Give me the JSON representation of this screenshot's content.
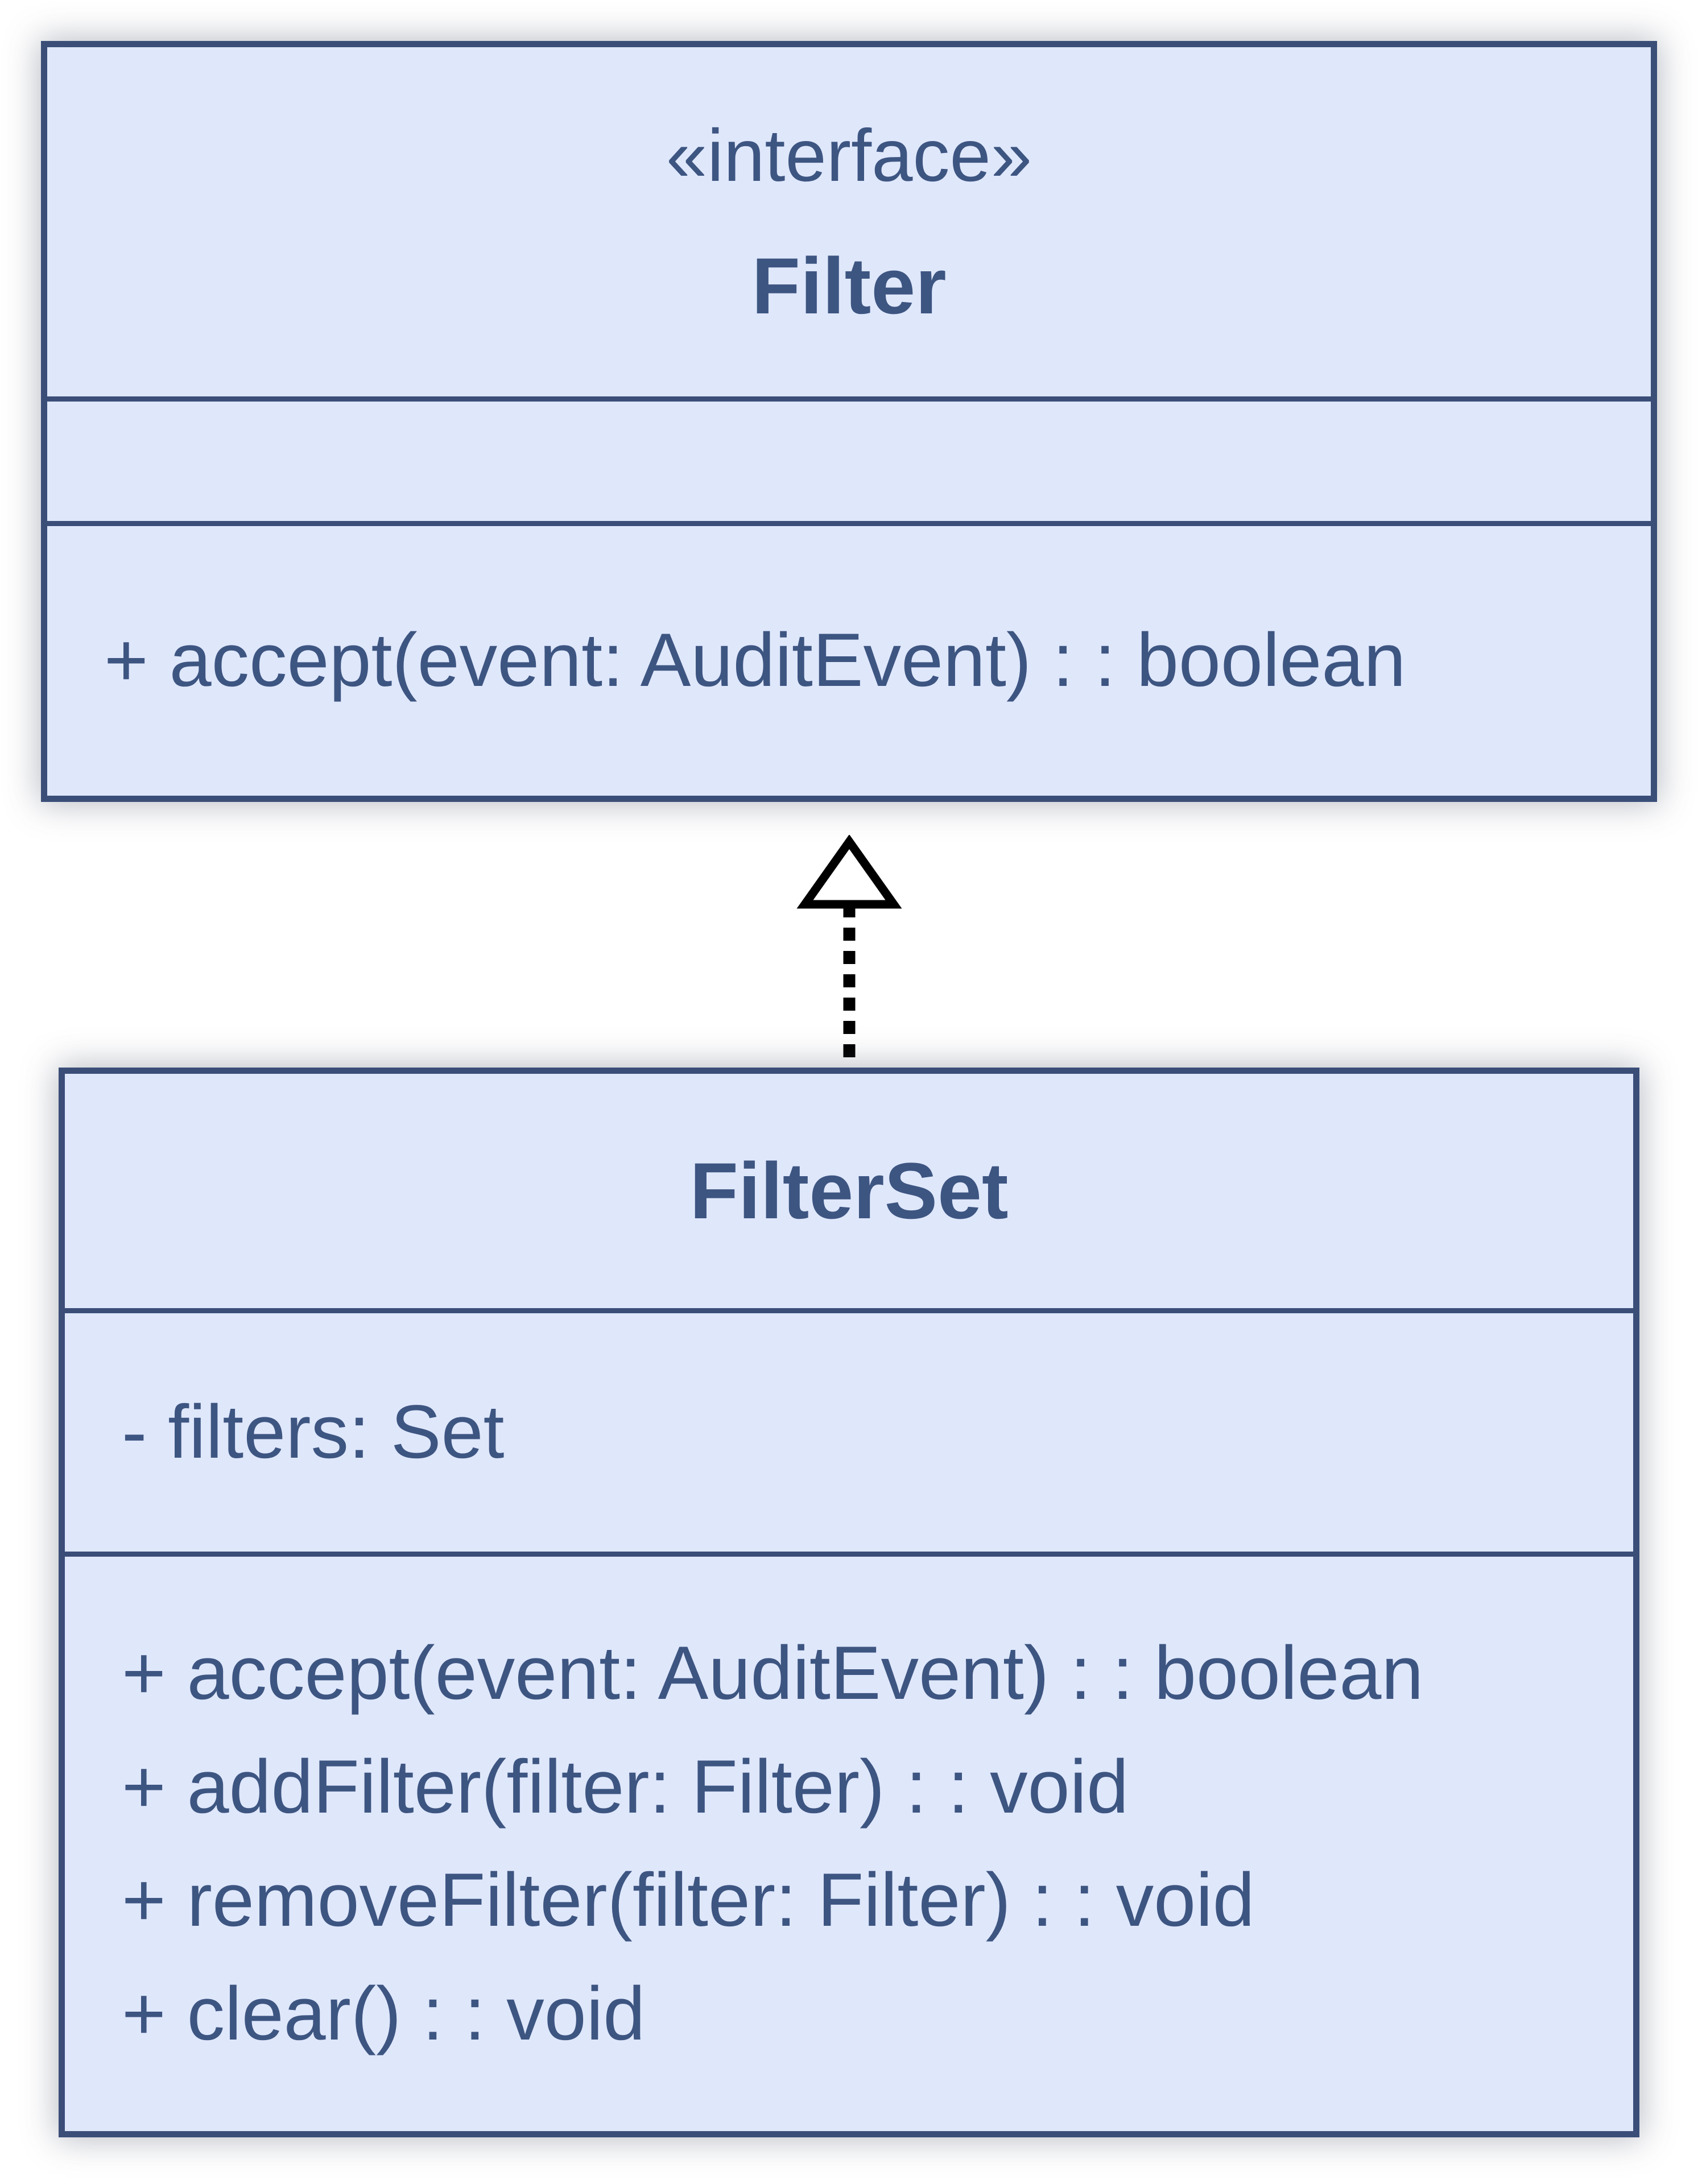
{
  "diagram": {
    "type": "uml-class-diagram",
    "classes": [
      {
        "id": "filter",
        "stereotype": "«interface»",
        "name": "Filter",
        "attributes": [],
        "methods": [
          "+ accept(event: AuditEvent) : : boolean"
        ]
      },
      {
        "id": "filterset",
        "stereotype": "",
        "name": "FilterSet",
        "attributes": [
          "- filters: Set"
        ],
        "methods": [
          "+ accept(event: AuditEvent) : : boolean",
          "+ addFilter(filter: Filter) : : void",
          "+ removeFilter(filter: Filter) : : void",
          "+ clear() : : void"
        ]
      }
    ],
    "relationships": [
      {
        "from": "FilterSet",
        "to": "Filter",
        "type": "realization",
        "line_style": "dashed",
        "arrow_head": "hollow-triangle"
      }
    ],
    "colors": {
      "box_fill": "#dfe7fb",
      "box_border": "#3a4e78",
      "text": "#3d5581",
      "arrow": "#000000",
      "background": "#ffffff"
    }
  }
}
